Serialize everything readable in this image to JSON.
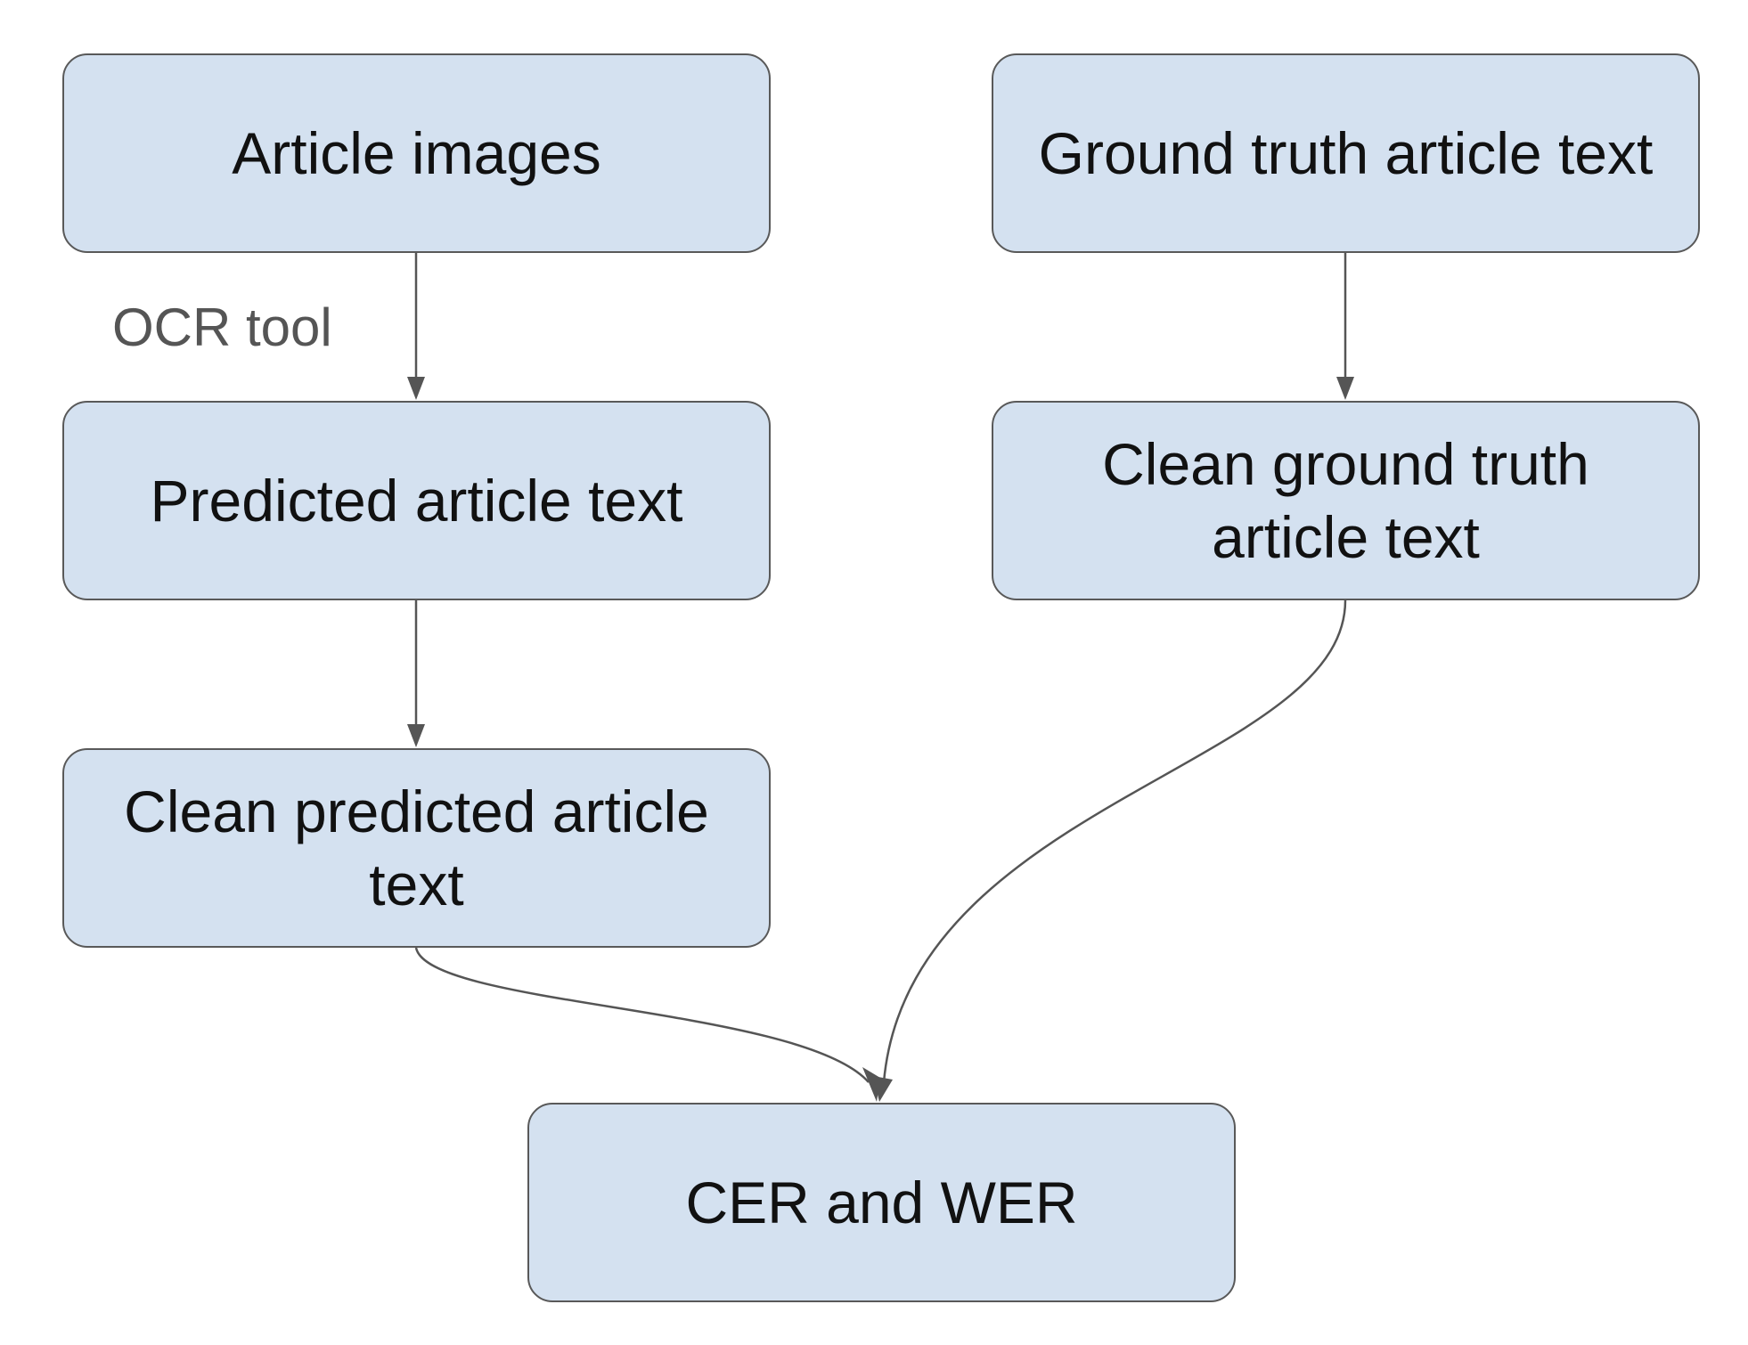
{
  "diagram": {
    "nodes": {
      "article_images": "Article images",
      "ground_truth": "Ground truth article text",
      "predicted_text": "Predicted article text",
      "clean_ground_truth": "Clean ground truth article text",
      "clean_predicted": "Clean predicted article text",
      "metrics": "CER and WER"
    },
    "edge_labels": {
      "ocr_tool": "OCR tool"
    },
    "colors": {
      "node_fill": "#d4e1f0",
      "node_border": "#595959",
      "edge": "#555555",
      "text": "#111111"
    }
  }
}
